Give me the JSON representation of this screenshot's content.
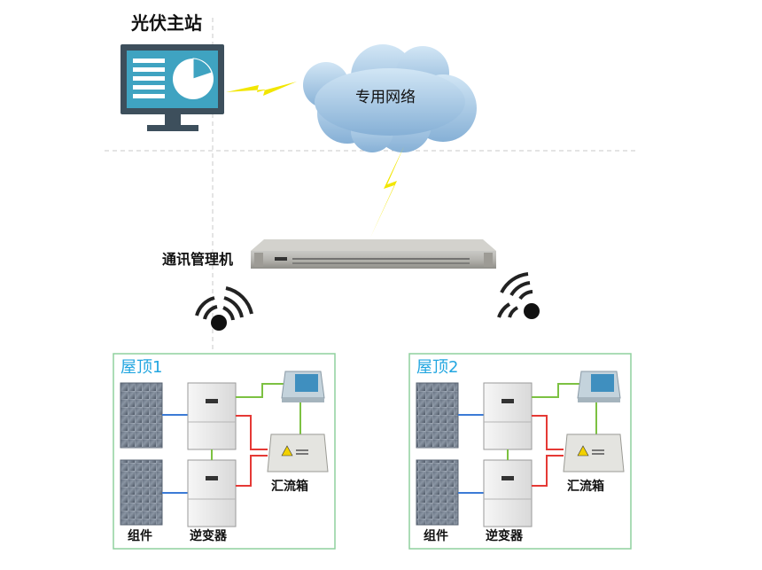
{
  "station": {
    "label": "光伏主站"
  },
  "network": {
    "label": "专用网络"
  },
  "comm_manager": {
    "label": "通讯管理机"
  },
  "roofs": [
    {
      "title": "屋顶1",
      "module_label": "组件",
      "inverter_label": "逆变器",
      "combiner_label": "汇流箱"
    },
    {
      "title": "屋顶2",
      "module_label": "组件",
      "inverter_label": "逆变器",
      "combiner_label": "汇流箱"
    }
  ],
  "colors": {
    "roof_border": "#8fd19e",
    "roof_title": "#22a6e0",
    "ac_line": "#e53935",
    "comm_line": "#7cc142",
    "dc_line": "#3b7bd6",
    "lightning": "#f2e600",
    "cloud_top": "#c5dcef",
    "cloud_bottom": "#8ab4d8",
    "monitor_body": "#3d4f5c",
    "screen": "#3fa3c1"
  },
  "icons": [
    "monitor-icon",
    "cloud-icon",
    "lightning-icon",
    "wireless-icon",
    "solar-panel-icon",
    "inverter-icon",
    "combiner-box-icon",
    "gateway-device-icon"
  ]
}
